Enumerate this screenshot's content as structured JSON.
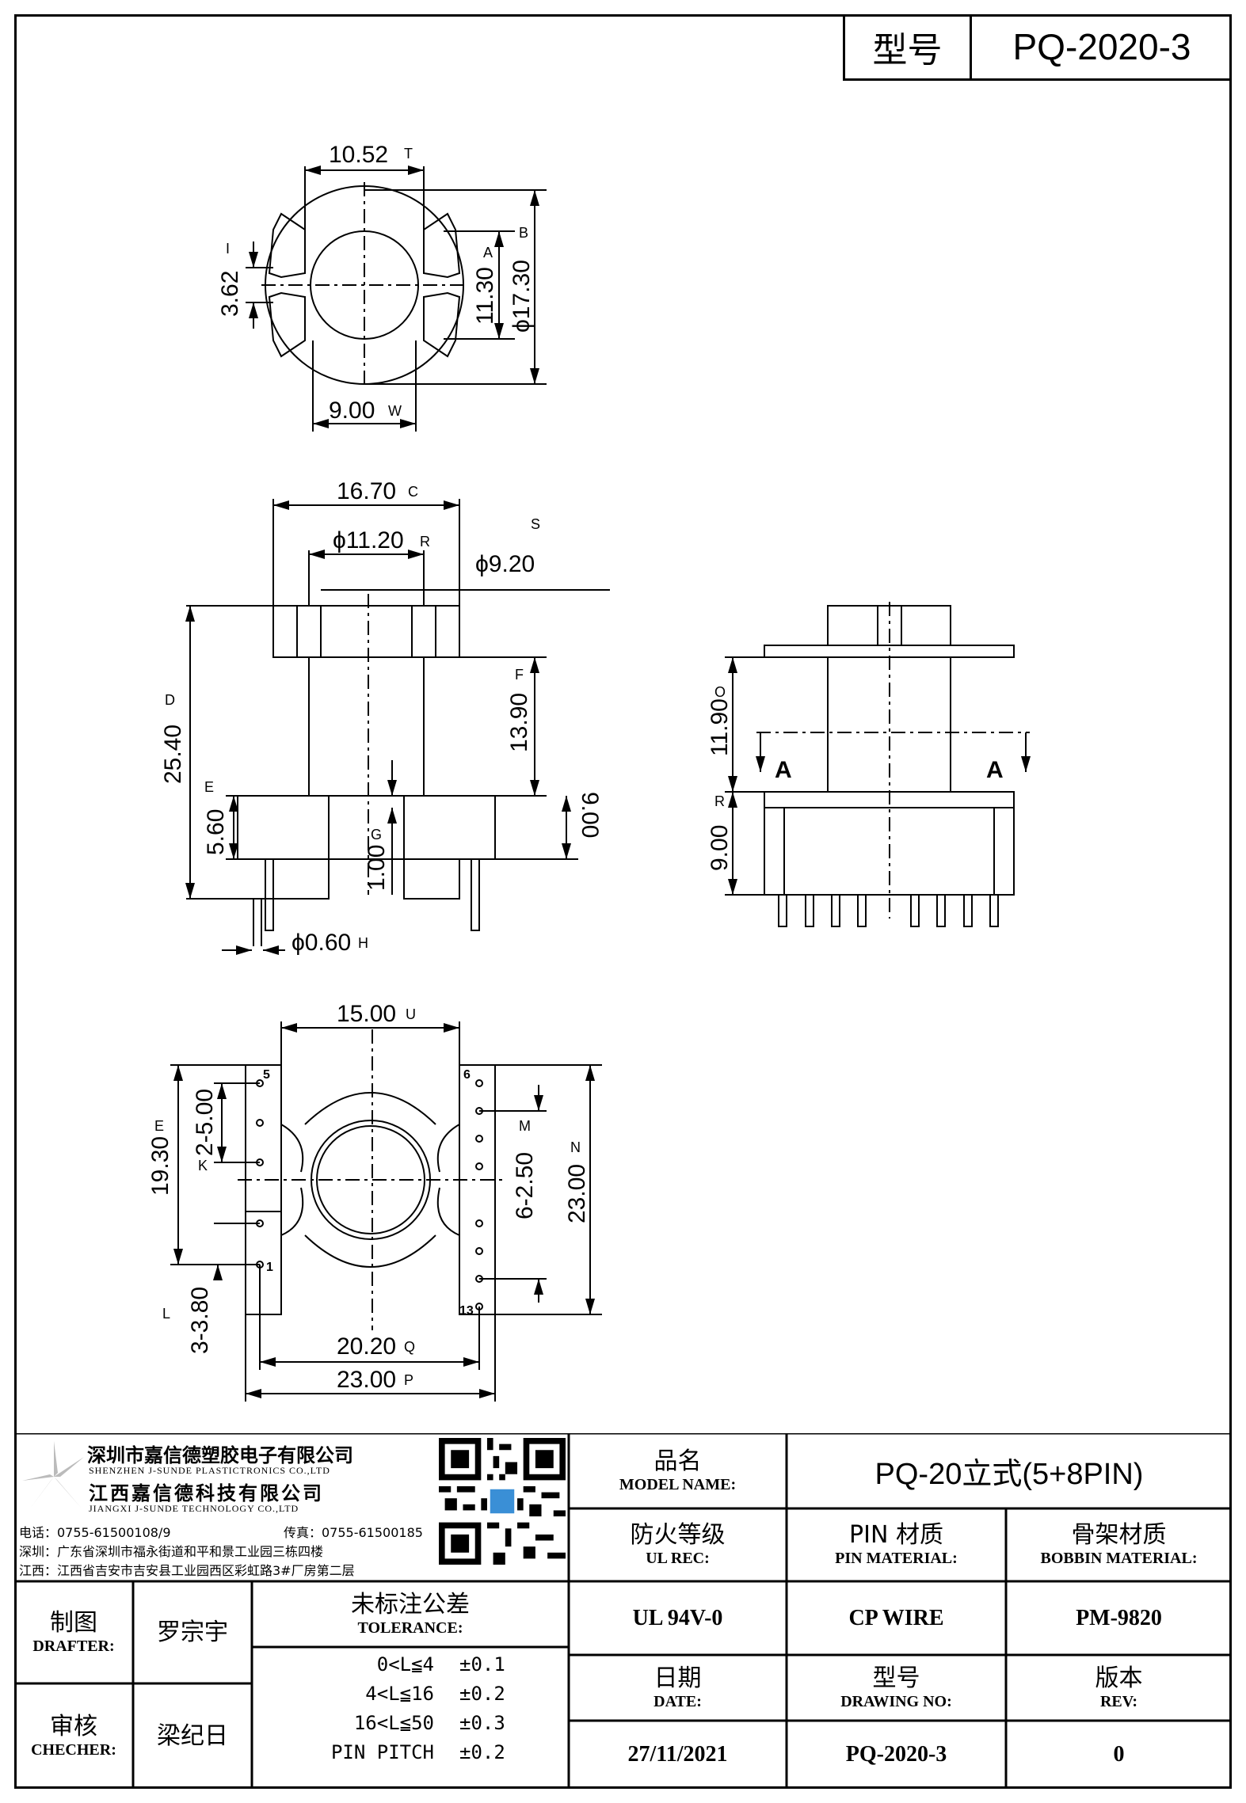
{
  "header": {
    "model_label": "型号",
    "model_value": "PQ-2020-3"
  },
  "top_view": {
    "dim_top": "10.52",
    "mark_top": "T",
    "dim_left": "3.62",
    "mark_left": "I",
    "dim_a": "11.30",
    "mark_a": "A",
    "dim_b": "ϕ17.30",
    "mark_b": "B",
    "dim_bottom": "9.00",
    "mark_bottom": "W"
  },
  "front_view": {
    "dim_width": "16.70",
    "mark_width": "C",
    "dim_flange": "ϕ11.20",
    "mark_flange": "R",
    "mark_s": "S",
    "dim_core": "ϕ9.20",
    "dim_height": "25.40",
    "mark_height": "D",
    "dim_winding": "13.90",
    "mark_winding": "F",
    "dim_base": "5.60",
    "mark_base": "E",
    "dim_gap": "1.00",
    "mark_gap": "G",
    "dim_base_height": "9.00",
    "dim_pin": "ϕ0.60",
    "mark_pin": "H"
  },
  "side_view": {
    "dim_upper": "11.90",
    "mark_upper": "O",
    "dim_lower": "9.00",
    "mark_lower": "R",
    "section_left": "A",
    "section_right": "A"
  },
  "bottom_view": {
    "dim_top": "15.00",
    "mark_top": "U",
    "dim_left_outer": "19.30",
    "mark_left_outer": "E",
    "dim_pitch_left": "2-5.00",
    "mark_pitch_left": "K",
    "dim_pitch_right": "6-2.50",
    "mark_pitch_right": "M",
    "dim_right": "23.00",
    "mark_right": "N",
    "dim_row": "3-3.80",
    "mark_row": "L",
    "dim_inner": "20.20",
    "mark_inner": "Q",
    "dim_outer": "23.00",
    "mark_outer": "P",
    "pin_labels": [
      "5",
      "6",
      "1",
      "13"
    ]
  },
  "company": {
    "name_cn": "深圳市嘉信德塑胶电子有限公司",
    "name_en": "SHENZHEN J-SUNDE PLASTICTRONICS CO.,LTD",
    "name2_cn": "江西嘉信德科技有限公司",
    "name2_en": "JIANGXI J-SUNDE TECHNOLOGY CO.,LTD",
    "phone": "电话：0755-61500108/9",
    "fax": "传真：0755-61500185",
    "addr_sz": "深圳：广东省深圳市福永街道和平和景工业园三栋四楼",
    "addr_jx": "江西：江西省吉安市吉安县工业园西区彩虹路3#厂房第二层"
  },
  "title_block": {
    "model_name_cn": "品名",
    "model_name_en": "MODEL NAME:",
    "model_name_value": "PQ-20立式(5+8PIN)",
    "ul_cn": "防火等级",
    "ul_en": "UL REC:",
    "ul_value": "UL 94V-0",
    "pin_cn": "PIN 材质",
    "pin_en": "PIN MATERIAL:",
    "pin_value": "CP WIRE",
    "bobbin_cn": "骨架材质",
    "bobbin_en": "BOBBIN MATERIAL:",
    "bobbin_value": "PM-9820",
    "date_cn": "日期",
    "date_en": "DATE:",
    "date_value": "27/11/2021",
    "drawing_cn": "型号",
    "drawing_en": "DRAWING NO:",
    "drawing_value": "PQ-2020-3",
    "rev_cn": "版本",
    "rev_en": "REV:",
    "rev_value": "0",
    "drafter_cn": "制图",
    "drafter_en": "DRAFTER:",
    "drafter_value": "罗宗宇",
    "checker_cn": "审核",
    "checker_en": "CHECHER:",
    "checker_value": "梁纪日",
    "tolerance_cn": "未标注公差",
    "tolerance_en": "TOLERANCE:",
    "tolerances": [
      {
        "range": "0<L≦4",
        "value": "±0.1"
      },
      {
        "range": "4<L≦16",
        "value": "±0.2"
      },
      {
        "range": "16<L≦50",
        "value": "±0.3"
      },
      {
        "range": "PIN PITCH",
        "value": "±0.2"
      }
    ]
  }
}
